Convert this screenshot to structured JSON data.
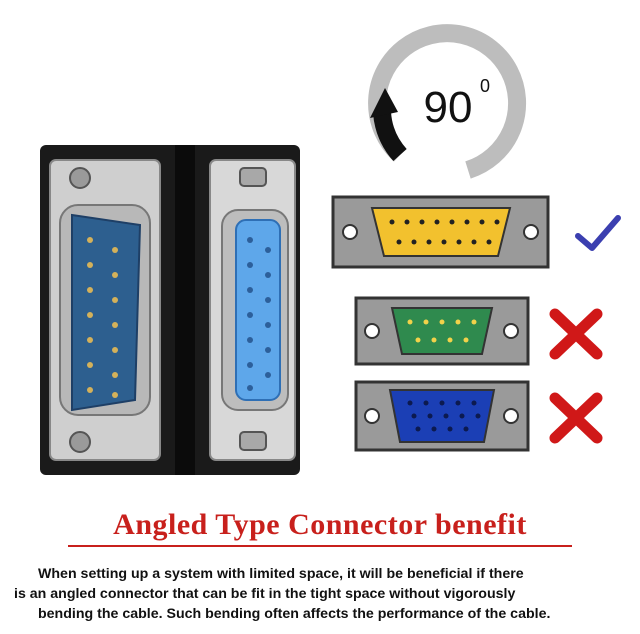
{
  "rotation": {
    "value": "90",
    "unit": "0"
  },
  "connectors": [
    {
      "type": "DB15",
      "status": "supported",
      "mark": "✔",
      "color": "#f2c12e"
    },
    {
      "type": "DB9",
      "status": "not-supported",
      "mark": "X",
      "color": "#2f8a4e"
    },
    {
      "type": "VGA",
      "status": "not-supported",
      "mark": "X",
      "color": "#1b3fb5"
    }
  ],
  "colors": {
    "accent_red": "#c8201c",
    "check_blue": "#3b3fb0",
    "adapter_black": "#1a1a1a"
  },
  "title": "Angled Type Connector benefit",
  "description": [
    "When setting up a system with limited space, it will be beneficial if there",
    "is an angled connector that can be fit in the tight space without vigorously",
    "bending the cable. Such bending often affects the performance of the cable."
  ]
}
